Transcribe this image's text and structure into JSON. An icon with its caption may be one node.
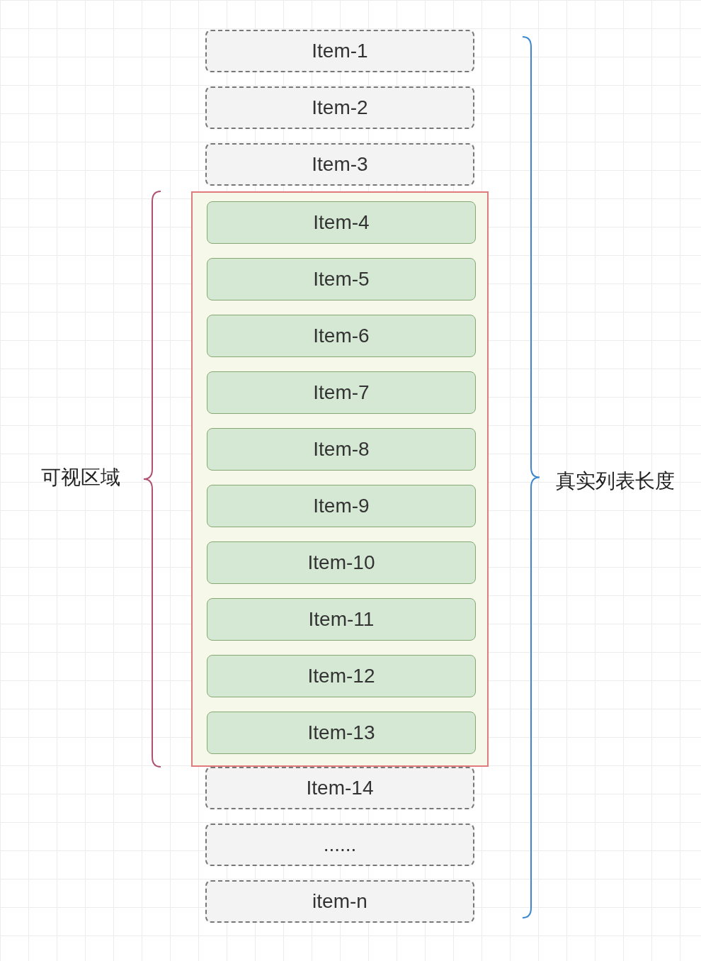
{
  "diagram": {
    "nodes": [
      {
        "text": [
          "Item-1"
        ]
      },
      {
        "text": [
          "Item-2"
        ]
      },
      {
        "text": [
          "Item-3"
        ]
      },
      {
        "text": [],
        "shape": "box"
      },
      {
        "text": [
          "Item-4"
        ],
        "in": 3
      },
      {
        "text": [
          "Item-5"
        ],
        "in": 3
      },
      {
        "text": [
          "Item-6"
        ],
        "in": 3
      },
      {
        "text": [
          "Item-7"
        ],
        "in": 3
      },
      {
        "text": [
          "Item-8"
        ],
        "in": 3
      },
      {
        "text": [
          "Item-9"
        ],
        "in": 3
      },
      {
        "text": [
          "Item-10"
        ],
        "in": 3
      },
      {
        "text": [
          "Item-11"
        ],
        "in": 3
      },
      {
        "text": [
          "Item-12"
        ],
        "in": 3
      },
      {
        "text": [
          "Item-13"
        ],
        "in": 3
      },
      {
        "text": [
          "Item-14"
        ]
      },
      {
        "text": [
          "......"
        ]
      },
      {
        "text": [
          "item-n"
        ]
      }
    ],
    "labels": [
      "可视区域",
      "真实列表长度"
    ]
  }
}
